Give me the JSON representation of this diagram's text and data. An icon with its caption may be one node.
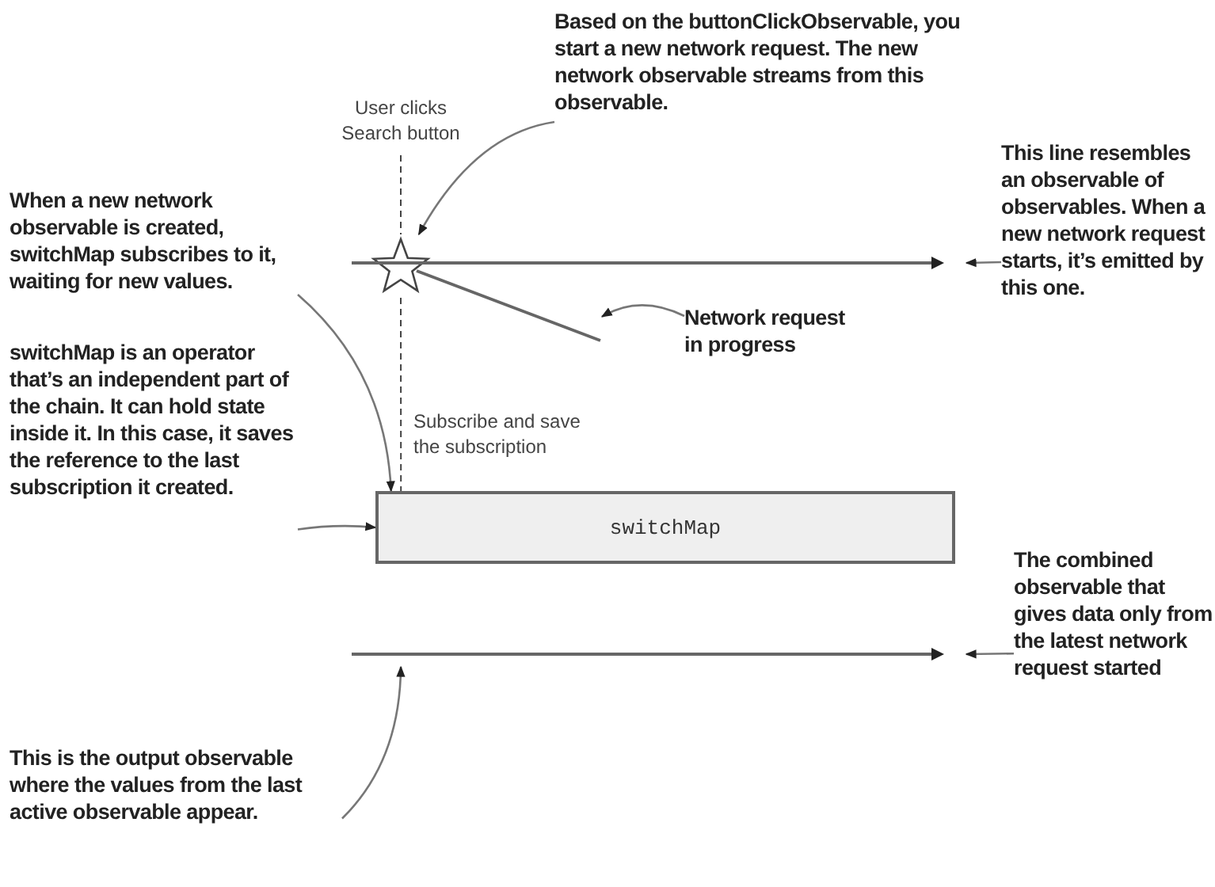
{
  "diagram": {
    "nodes": [
      {
        "text": [
          "Based on the buttonClickObservable, you start a new network request. The new network observable streams from this observable."
        ]
      },
      {
        "text": [],
        "shape": "star"
      },
      {
        "text": [],
        "shape": "line"
      },
      {
        "text": [
          "This line resembles an observable of observables. When a new network request starts, it’s emitted by this one."
        ]
      },
      {
        "text": [],
        "shape": "line"
      },
      {
        "text": [
          "Network request in progress"
        ]
      },
      {
        "text": [
          "When a new network observable is created, switchMap subscribes to it, waiting for new values."
        ]
      },
      {
        "text": [
          "switchMap is an operator that’s an independent part of the chain. It can hold state inside it. In this case, it saves the reference to the last subscription it created."
        ]
      },
      {
        "text": [
          "switchMap"
        ]
      },
      {
        "text": [],
        "shape": "line"
      },
      {
        "text": [
          "The combined observable that gives data only from the latest network request started"
        ]
      },
      {
        "text": [
          "This is the output observable where the values from the last active observable appear."
        ]
      }
    ],
    "edges": [
      {
        "from": 0,
        "to": 1,
        "arrow": "to"
      },
      {
        "from": 3,
        "to": 2,
        "arrow": "to"
      },
      {
        "from": 5,
        "to": 4,
        "arrow": "to"
      },
      {
        "from": 6,
        "to": 8,
        "arrow": "to"
      },
      {
        "from": 7,
        "to": 8,
        "arrow": "to"
      },
      {
        "from": 1,
        "to": 8,
        "arrow": "none",
        "style": "dashed",
        "label": "Subscribe and save the subscription"
      },
      {
        "from": 10,
        "to": 9,
        "arrow": "to"
      },
      {
        "from": 11,
        "to": 9,
        "arrow": "to"
      }
    ],
    "labels": [
      "User clicks Search button"
    ]
  }
}
